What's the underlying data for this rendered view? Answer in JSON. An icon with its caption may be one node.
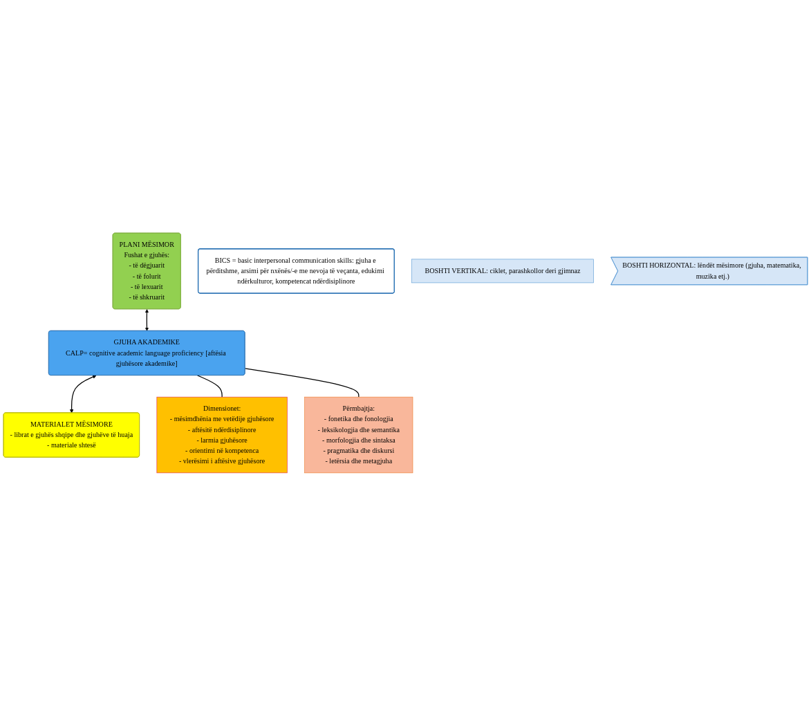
{
  "diagram": {
    "nodes": [
      {
        "text": [
          "PLANI MËSIMOR",
          "Fushat e gjuhës:",
          "- të dëgjuarit",
          "- të folurit",
          "- të lexuarit",
          "- të shkruarit"
        ]
      },
      {
        "text": [
          "GJUHA AKADEMIKE",
          "CALP= cognitive academic language proficiency [aftësia gjuhësore akademike]"
        ]
      },
      {
        "text": [
          "MATERIALET MËSIMORE",
          "- librat e gjuhës shqipe dhe gjuhëve të huaja",
          "- materiale shtesë"
        ]
      },
      {
        "text": [
          "Dimensionet:",
          "- mësimdhënia me vetëdije gjuhësore",
          "- aftësitë ndërdisiplinore",
          "- larmia gjuhësore",
          "- orientimi në kompetenca",
          "- vlerësimi i aftësive gjuhësore"
        ]
      },
      {
        "text": [
          "Përmbajtja:",
          "- fonetika dhe fonologjia",
          "- leksikologjia dhe semantika",
          "- morfologjia dhe sintaksa",
          "- pragmatika dhe diskursi",
          "- letërsia dhe metagjuha"
        ]
      },
      {
        "text": [
          "BICS = basic interpersonal communication skills: gjuha e përditshme, arsimi për nxënës/-e me nevoja të veçanta, edukimi ndërkulturor, kompetencat ndërdisiplinore"
        ]
      },
      {
        "text": [
          "BOSHTI VERTIKAL: ciklet, parashkollor deri gjimnaz"
        ]
      },
      {
        "text": [
          "BOSHTI HORIZONTAL: lëndët mësimore (gjuha, matematika, muzika etj.)"
        ]
      }
    ],
    "edges": [
      {
        "from": 0,
        "to": 1,
        "arrow": "both"
      },
      {
        "from": 1,
        "to": 2,
        "arrow": "both"
      },
      {
        "from": 1,
        "to": 3,
        "arrow": "none"
      },
      {
        "from": 1,
        "to": 4,
        "arrow": "none"
      }
    ]
  }
}
